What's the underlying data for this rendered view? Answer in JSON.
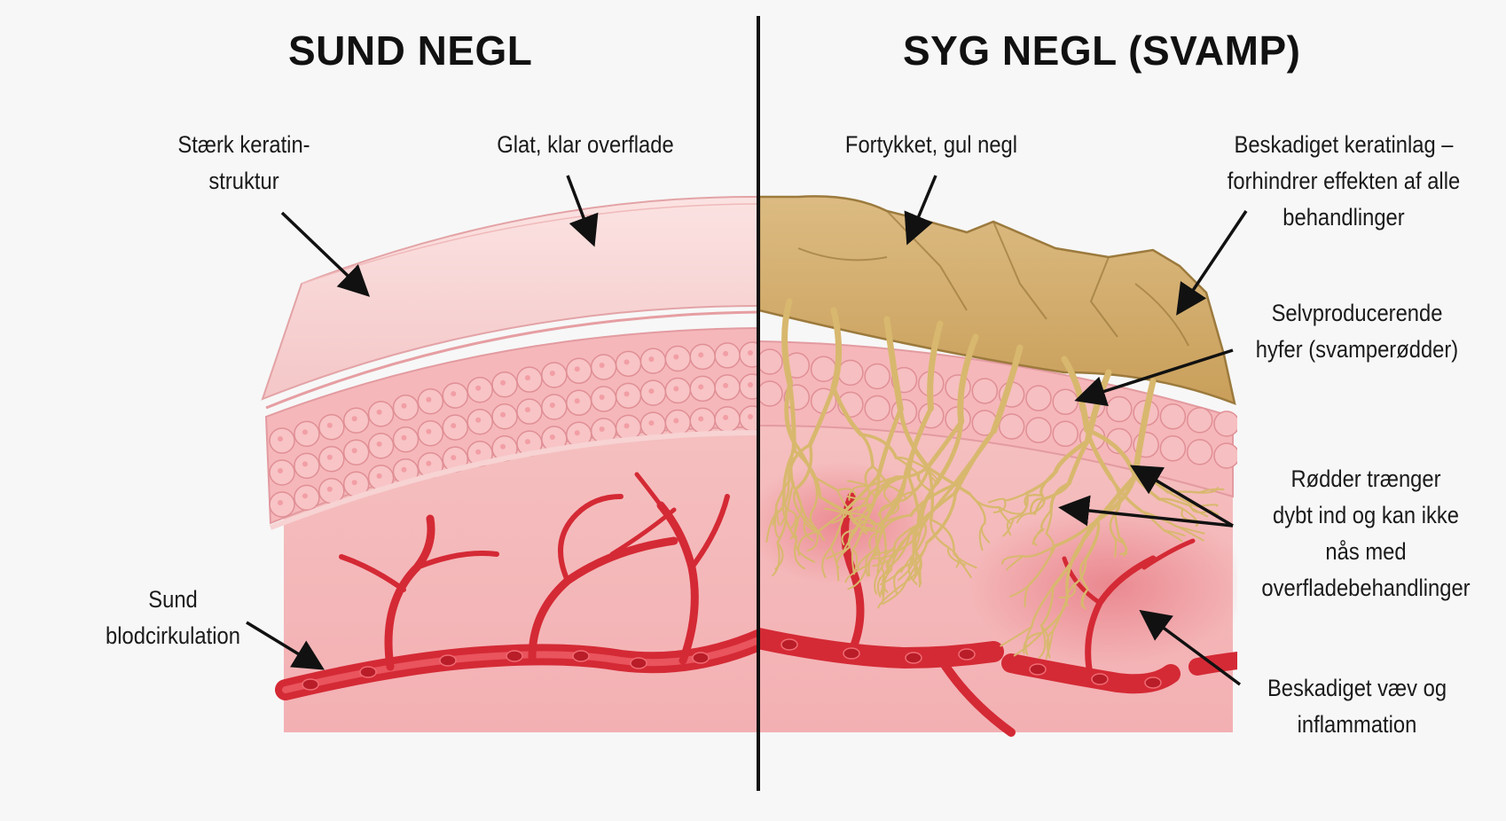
{
  "titles": {
    "left": "SUND NEGL",
    "right": "SYG NEGL (SVAMP)"
  },
  "labels": {
    "strong_keratin": [
      "Stærk keratin-",
      "struktur"
    ],
    "smooth_surface": "Glat, klar overflade",
    "healthy_circulation": [
      "Sund",
      "blodcirkulation"
    ],
    "thick_yellow": "Fortykket, gul negl",
    "damaged_keratin": [
      "Beskadiget keratinlag –",
      "forhindrer effekten af alle",
      "behandlinger"
    ],
    "hyphae": [
      "Selvproducerende",
      "hyfer (svamperødder)"
    ],
    "roots_deep": [
      "Rødder trænger",
      "dybt ind og kan ikke",
      "nås med",
      "overfladebehandlinger"
    ],
    "damaged_tissue": [
      "Beskadiget væv og",
      "inflammation"
    ]
  },
  "colors": {
    "background": "#f7f7f7",
    "tissue": "#f5b6b8",
    "nail_plate": "#f8d6d6",
    "cells": "#f3a8ad",
    "vessel": "#d42a35",
    "fungal_nail": "#d9b576",
    "hyphae": "#dfc17a",
    "ink": "#111111"
  }
}
